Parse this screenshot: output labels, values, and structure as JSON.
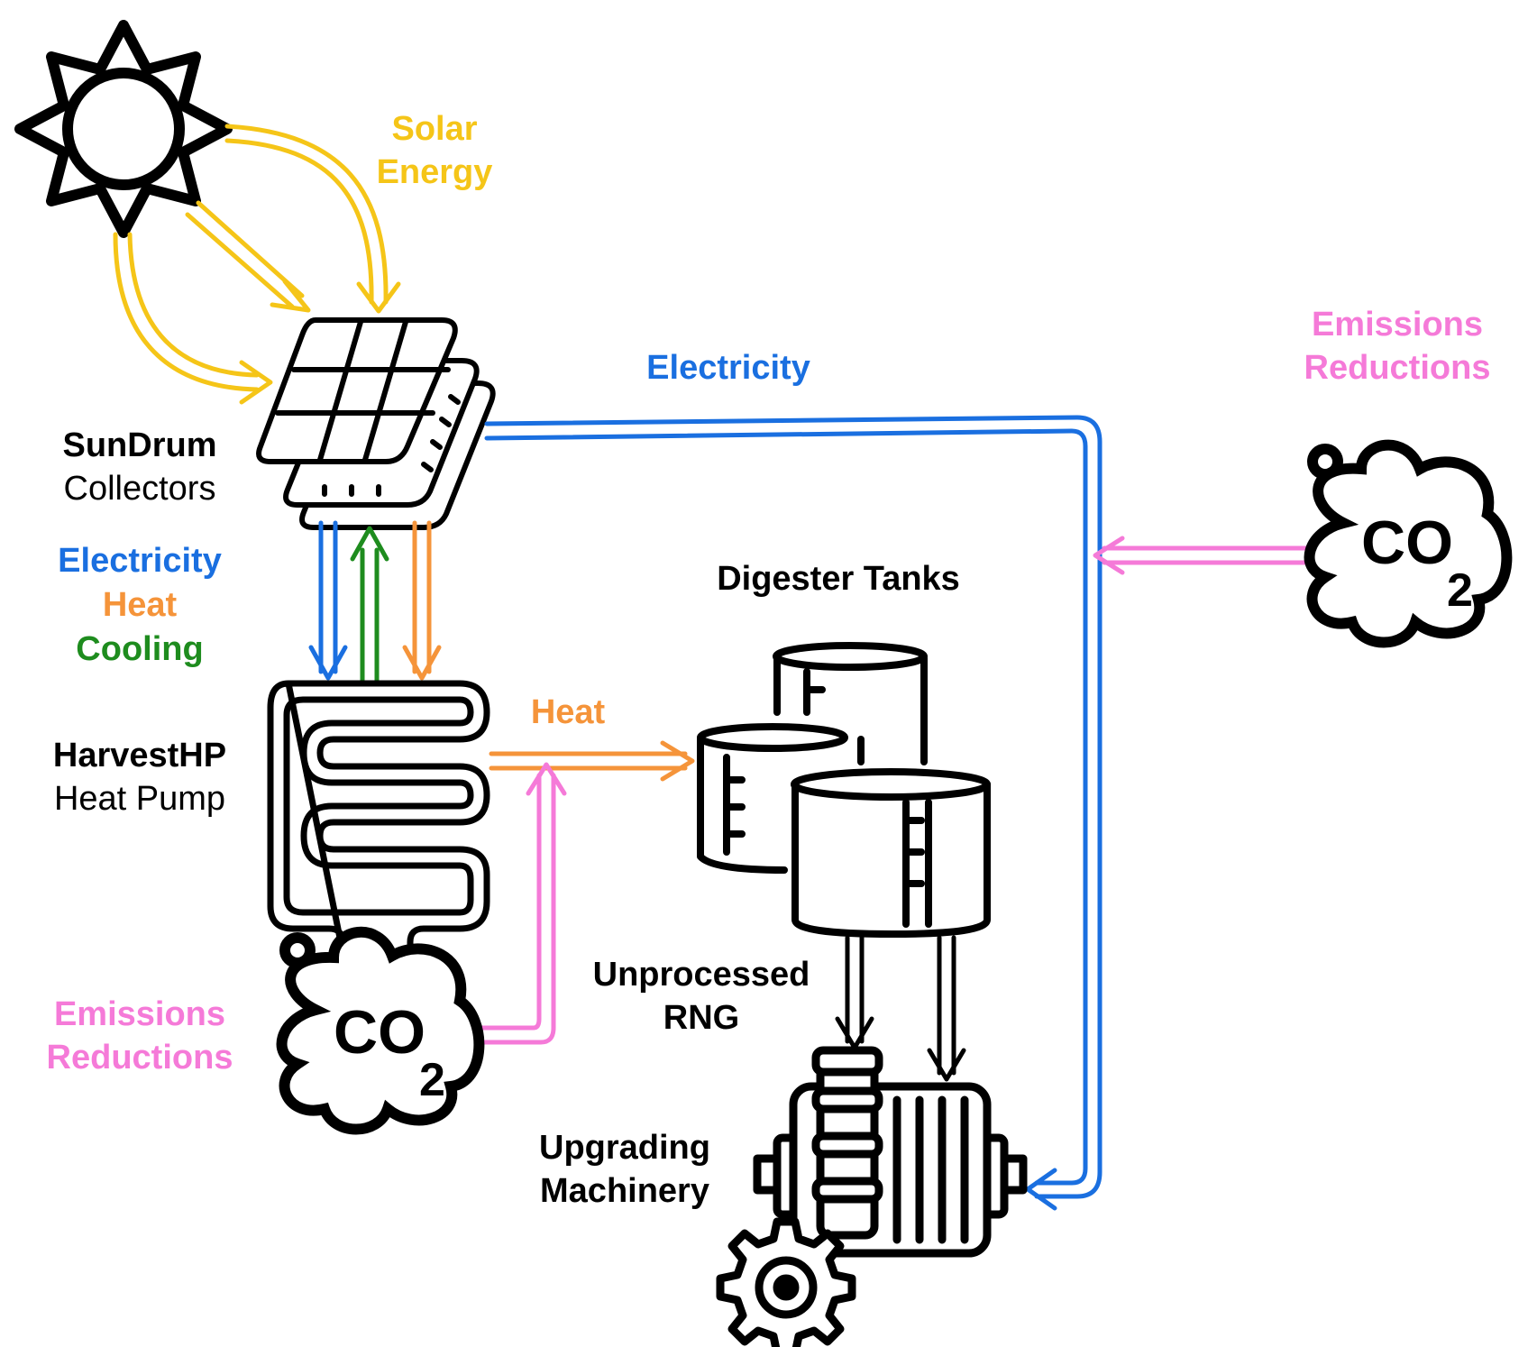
{
  "colors": {
    "solar": "#F5C518",
    "electricity": "#1A6FE0",
    "heat": "#F5943A",
    "cooling": "#1E8C1E",
    "emissions": "#F57AD8",
    "outline": "#000000"
  },
  "labels": {
    "solar_energy_line1": "Solar",
    "solar_energy_line2": "Energy",
    "electricity_top": "Electricity",
    "emissions_right_line1": "Emissions",
    "emissions_right_line2": "Reductions",
    "sundrum_name": "SunDrum",
    "sundrum_desc": "Collectors",
    "flow_electricity": "Electricity",
    "flow_heat": "Heat",
    "flow_cooling": "Cooling",
    "digester_tanks": "Digester Tanks",
    "heat_mid": "Heat",
    "harvesthp_name": "HarvestHP",
    "harvesthp_desc": "Heat Pump",
    "unprocessed_line1": "Unprocessed",
    "unprocessed_line2": "RNG",
    "emissions_left_line1": "Emissions",
    "emissions_left_line2": "Reductions",
    "upgrading_line1": "Upgrading",
    "upgrading_line2": "Machinery",
    "co2_main": "CO",
    "co2_sub": "2"
  },
  "icons": [
    "sun-icon",
    "solar-collector-icon",
    "heat-pump-icon",
    "digester-tanks-icon",
    "co2-cloud-icon",
    "upgrading-machinery-icon"
  ]
}
